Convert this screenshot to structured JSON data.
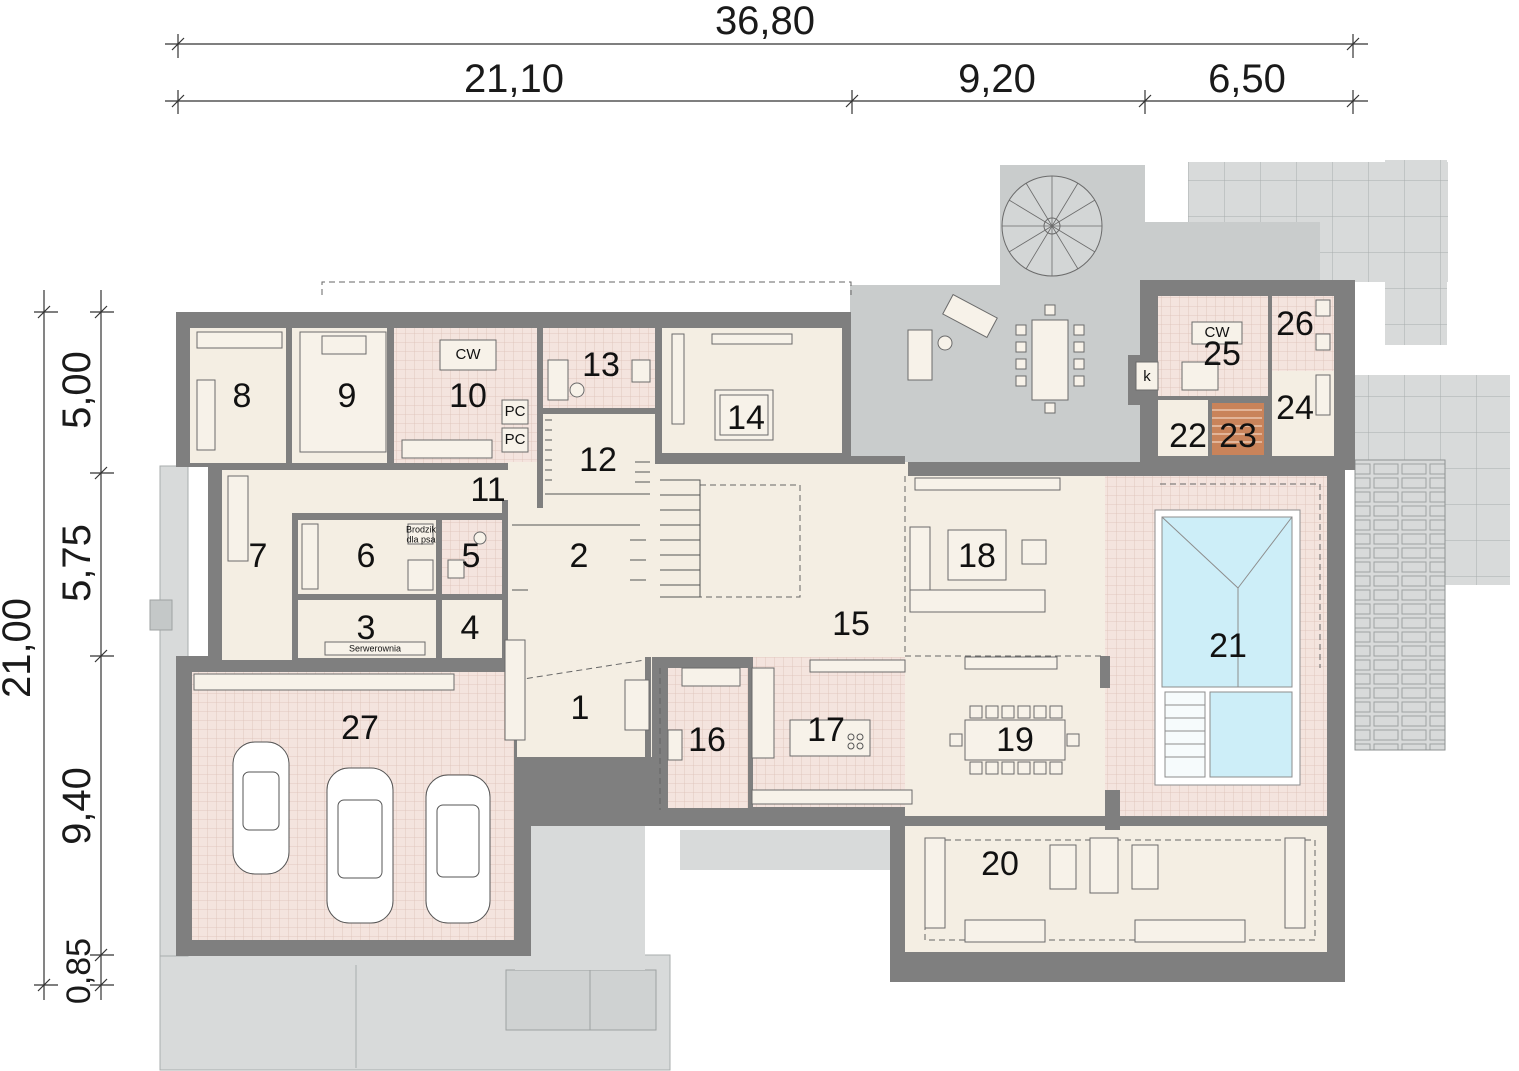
{
  "dimensions": {
    "top_total": "36,80",
    "top_segments": [
      "21,10",
      "9,20",
      "6,50"
    ],
    "left_total": "21,00",
    "left_segments": [
      "5,00",
      "5,75",
      "9,40",
      "0,85"
    ]
  },
  "rooms": {
    "r1": "1",
    "r2": "2",
    "r3": "3",
    "r4": "4",
    "r5": "5",
    "r6": "6",
    "r7": "7",
    "r8": "8",
    "r9": "9",
    "r10": "10",
    "r11": "11",
    "r12": "12",
    "r13": "13",
    "r14": "14",
    "r15": "15",
    "r16": "16",
    "r17": "17",
    "r18": "18",
    "r19": "19",
    "r20": "20",
    "r21": "21",
    "r22": "22",
    "r23": "23",
    "r24": "24",
    "r25": "25",
    "r26": "26",
    "r27": "27"
  },
  "labels": {
    "cw1": "CW",
    "cw2": "CW",
    "pc1": "PC",
    "pc2": "PC",
    "k": "k",
    "serwerownia": "Serwerownia",
    "brodzik_line1": "Brodzik",
    "brodzik_line2": "dla psa"
  },
  "colors": {
    "wall": "#7f7f7f",
    "floor": "#f4eee3",
    "tile_grid": "#e3cfc4",
    "pool": "#cdeef8",
    "terrace": "#c9cccc",
    "sauna": "#c9835a"
  }
}
